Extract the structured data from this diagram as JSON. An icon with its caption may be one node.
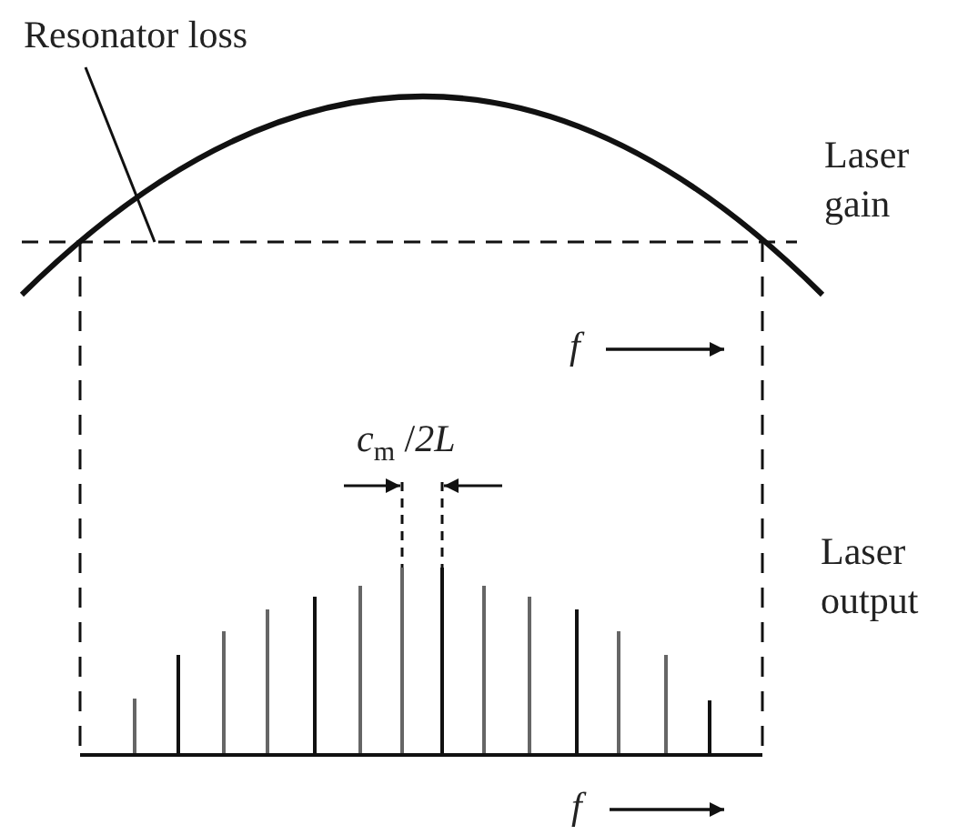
{
  "diagram": {
    "nodes": [
      {
        "text": [
          "Resonator loss"
        ]
      },
      {
        "text": [],
        "shape": "line"
      }
    ],
    "edges": [
      {
        "from": 0,
        "to": 1,
        "arrow": "none"
      }
    ],
    "labels": [
      "Laser gain",
      "f",
      "*c*$_{m}$ /*2L*",
      "Laser output",
      "f"
    ]
  }
}
